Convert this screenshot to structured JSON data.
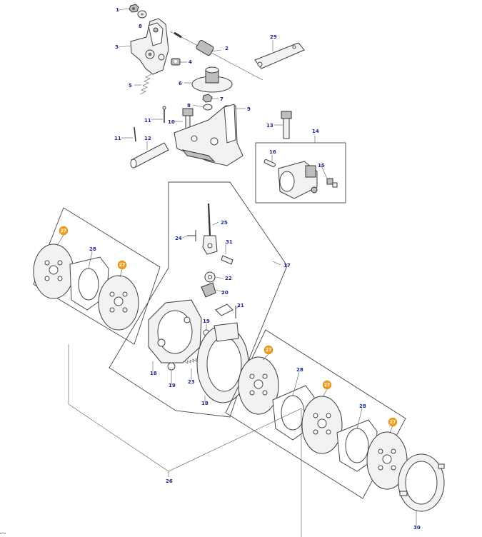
{
  "diagram": {
    "labels": [
      {
        "id": "1",
        "text": "1"
      },
      {
        "id": "8a",
        "text": "8"
      },
      {
        "id": "3",
        "text": "3"
      },
      {
        "id": "2",
        "text": "2"
      },
      {
        "id": "29",
        "text": "29"
      },
      {
        "id": "4",
        "text": "4"
      },
      {
        "id": "5",
        "text": "5"
      },
      {
        "id": "6",
        "text": "6"
      },
      {
        "id": "7",
        "text": "7"
      },
      {
        "id": "8b",
        "text": "8"
      },
      {
        "id": "9",
        "text": "9"
      },
      {
        "id": "10",
        "text": "10"
      },
      {
        "id": "11a",
        "text": "11"
      },
      {
        "id": "11b",
        "text": "11"
      },
      {
        "id": "12",
        "text": "12"
      },
      {
        "id": "13",
        "text": "13"
      },
      {
        "id": "14",
        "text": "14"
      },
      {
        "id": "15",
        "text": "15"
      },
      {
        "id": "16",
        "text": "16"
      },
      {
        "id": "25",
        "text": "25"
      },
      {
        "id": "24",
        "text": "24"
      },
      {
        "id": "31",
        "text": "31"
      },
      {
        "id": "17",
        "text": "17"
      },
      {
        "id": "22",
        "text": "22"
      },
      {
        "id": "20",
        "text": "20"
      },
      {
        "id": "21",
        "text": "21"
      },
      {
        "id": "19a",
        "text": "19"
      },
      {
        "id": "18a",
        "text": "18"
      },
      {
        "id": "19b",
        "text": "19"
      },
      {
        "id": "23",
        "text": "23"
      },
      {
        "id": "18b",
        "text": "18"
      },
      {
        "id": "28a",
        "text": "28"
      },
      {
        "id": "28b",
        "text": "28"
      },
      {
        "id": "28c",
        "text": "28"
      },
      {
        "id": "26",
        "text": "26"
      },
      {
        "id": "30",
        "text": "30"
      }
    ],
    "highlighted_labels": [
      {
        "id": "27a",
        "text": "27"
      },
      {
        "id": "27b",
        "text": "27"
      },
      {
        "id": "27c",
        "text": "27"
      },
      {
        "id": "27d",
        "text": "27"
      },
      {
        "id": "27e",
        "text": "27"
      }
    ],
    "colors": {
      "label_text": "#1a2a8a",
      "highlight_badge": "#f0a020",
      "line": "#3a3a3a"
    }
  }
}
